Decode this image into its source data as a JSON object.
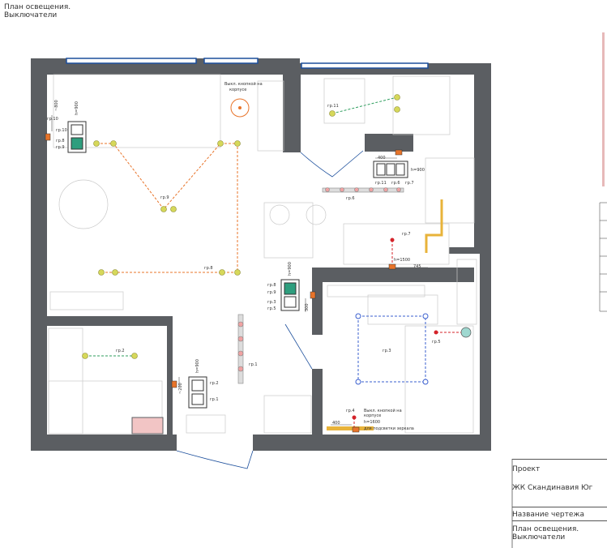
{
  "title": {
    "line1": "План освещения.",
    "line2": "Выключатели"
  },
  "notes": {
    "btn_top1": "Выкл. кнопкой на",
    "btn_top2": "корпусе",
    "btn_bot1": "Выкл. кнопкой на",
    "btn_bot2": "корпусе",
    "btn_bot3": "h=1600",
    "btn_bot4": "для подсветки зеркала"
  },
  "groups": {
    "g1": "гр.1",
    "g2": "гр.2",
    "g3": "гр.3",
    "g4": "гр.4",
    "g5": "гр.5",
    "g6": "гр.6",
    "g7": "гр.7",
    "g8": "гр.8",
    "g9": "гр.9",
    "g10": "гр.10",
    "g11": "гр.11"
  },
  "switches": {
    "s1_g10": "гр.10",
    "s1_g8": "гр.8",
    "s1_g9": "гр.9",
    "s1_h": "h=900",
    "s1_dim": "~800",
    "s2_g11": "гр.11",
    "s2_g6": "гр.6",
    "s2_g7": "гр.7",
    "s2_h": "h=900",
    "s2_dim": "400",
    "s3_g8": "гр.8",
    "s3_g9": "гр.9",
    "s3_g3": "гр.3",
    "s3_g5": "гр.5",
    "s3_h": "h=900",
    "s3_dim": "300",
    "s4_g2": "гр.2",
    "s4_g1": "гр.1",
    "s4_h": "h=900",
    "s4_dim": "~200",
    "k_h": "h=1500",
    "k_dim": "745",
    "b_dim": "400"
  },
  "stamp": {
    "project_label": "Проект",
    "project_value": "ЖК Скандинавия Юг",
    "drawing_label": "Название чертежа",
    "drawing_value1": "План освещения.",
    "drawing_value2": "Выключатели"
  },
  "colors": {
    "wall": "#5b5e62",
    "window": "#1c4f9c",
    "orange": "#e8742a",
    "green": "#2e9e5e",
    "blue": "#3a5fcf",
    "red": "#d4232a",
    "lamp": "#d6d85a"
  }
}
